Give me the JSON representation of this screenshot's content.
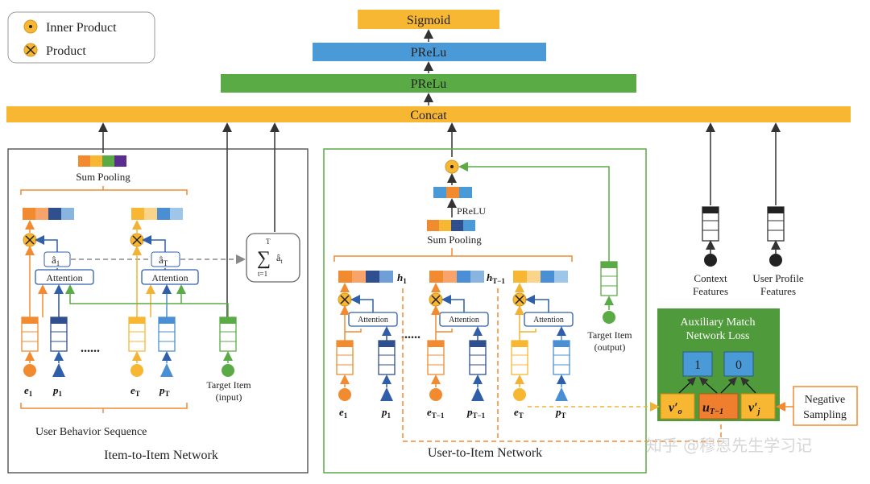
{
  "legend": {
    "inner_product": "Inner Product",
    "product": "Product"
  },
  "top_layers": {
    "sigmoid": "Sigmoid",
    "prelu_1": "PReLu",
    "prelu_2": "PReLu",
    "concat": "Concat"
  },
  "i2i": {
    "title": "Item-to-Item Network",
    "sum_pooling": "Sum Pooling",
    "attention_label": "Attention",
    "ahat_1": "â",
    "ahat_1_sub": "1",
    "ahat_T": "â",
    "ahat_T_sub": "T",
    "sum_T": "T",
    "sum_sym": "∑",
    "sum_t1": "t=1",
    "sum_body": "â",
    "sum_body_sub": "t",
    "dots": "......",
    "e1": "e",
    "e1_sub": "1",
    "p1": "p",
    "p1_sub": "1",
    "eT": "e",
    "eT_sub": "T",
    "pT": "p",
    "pT_sub": "T",
    "target_item_line1": "Target Item",
    "target_item_line2": "(input)",
    "behavior_sequence": "User Behavior Sequence"
  },
  "u2i": {
    "title": "User-to-Item Network",
    "prelu": "PReLU",
    "sum_pooling": "Sum Pooling",
    "attention_label": "Attention",
    "h1": "h",
    "h1_sub": "1",
    "hT1": "h",
    "hT1_sub": "T−1",
    "dots": "......",
    "e1": "e",
    "e1_sub": "1",
    "p1": "p",
    "p1_sub": "1",
    "eT1": "e",
    "eT1_sub": "T−1",
    "pT1": "p",
    "pT1_sub": "T−1",
    "eT": "e",
    "eT_sub": "T",
    "pT": "p",
    "pT_sub": "T",
    "target_item_line1": "Target Item",
    "target_item_line2": "(output)"
  },
  "side_features": {
    "context_line1": "Context",
    "context_line2": "Features",
    "user_profile_line1": "User Profile",
    "user_profile_line2": "Features"
  },
  "aux": {
    "title_line1": "Auxiliary Match",
    "title_line2": "Network Loss",
    "label_1": "1",
    "label_0": "0",
    "v_o": "v′",
    "v_o_sub": "o",
    "u_T1": "u",
    "u_T1_sub": "T−1",
    "v_j": "v′",
    "v_j_sub": "j",
    "negative_line1": "Negative",
    "negative_line2": "Sampling"
  },
  "watermark": "知乎 @穆恩先生学习记",
  "colors": {
    "orange": "#f28a30",
    "yellow": "#f7b733",
    "blue": "#4a8fd4",
    "green": "#5aab45",
    "dark_blue": "#2f4f8f",
    "purple": "#5b2d8f",
    "aux_green": "#4f9a3a",
    "aux_orange": "#ef7f2e"
  }
}
